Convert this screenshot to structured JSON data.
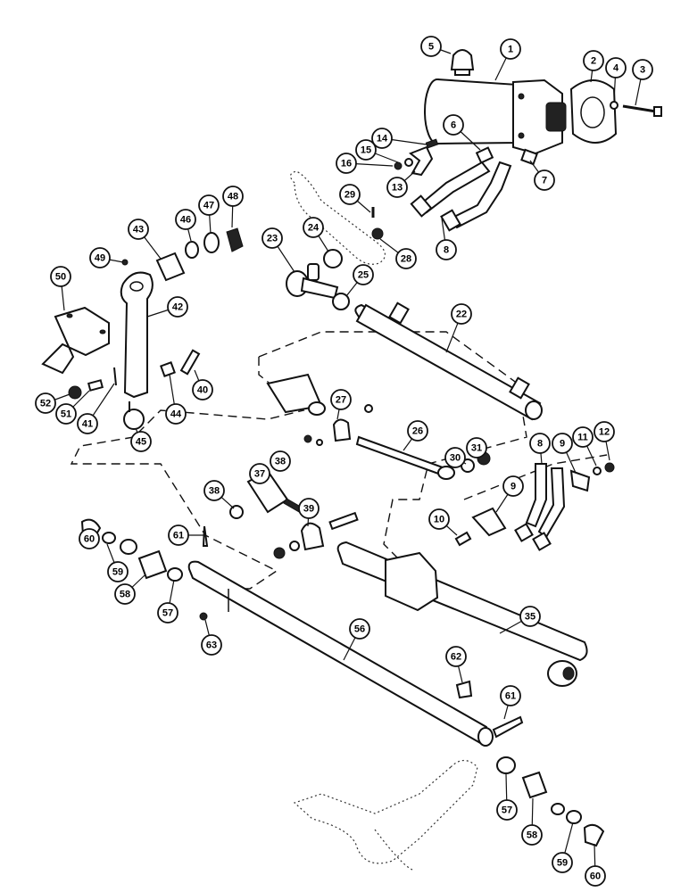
{
  "diagram": {
    "callouts": [
      {
        "id": "c1",
        "label": "1"
      },
      {
        "id": "c2",
        "label": "2"
      },
      {
        "id": "c3",
        "label": "3"
      },
      {
        "id": "c4",
        "label": "4"
      },
      {
        "id": "c5",
        "label": "5"
      },
      {
        "id": "c6",
        "label": "6"
      },
      {
        "id": "c7",
        "label": "7"
      },
      {
        "id": "c8a",
        "label": "8"
      },
      {
        "id": "c8b",
        "label": "8"
      },
      {
        "id": "c9a",
        "label": "9"
      },
      {
        "id": "c9b",
        "label": "9"
      },
      {
        "id": "c10",
        "label": "10"
      },
      {
        "id": "c11",
        "label": "11"
      },
      {
        "id": "c12",
        "label": "12"
      },
      {
        "id": "c13",
        "label": "13"
      },
      {
        "id": "c14",
        "label": "14"
      },
      {
        "id": "c15",
        "label": "15"
      },
      {
        "id": "c16",
        "label": "16"
      },
      {
        "id": "c22",
        "label": "22"
      },
      {
        "id": "c23",
        "label": "23"
      },
      {
        "id": "c24",
        "label": "24"
      },
      {
        "id": "c25",
        "label": "25"
      },
      {
        "id": "c26",
        "label": "26"
      },
      {
        "id": "c27",
        "label": "27"
      },
      {
        "id": "c28",
        "label": "28"
      },
      {
        "id": "c29",
        "label": "29"
      },
      {
        "id": "c30",
        "label": "30"
      },
      {
        "id": "c31",
        "label": "31"
      },
      {
        "id": "c35",
        "label": "35"
      },
      {
        "id": "c37",
        "label": "37"
      },
      {
        "id": "c38a",
        "label": "38"
      },
      {
        "id": "c38b",
        "label": "38"
      },
      {
        "id": "c39",
        "label": "39"
      },
      {
        "id": "c40",
        "label": "40"
      },
      {
        "id": "c41",
        "label": "41"
      },
      {
        "id": "c42",
        "label": "42"
      },
      {
        "id": "c43",
        "label": "43"
      },
      {
        "id": "c44",
        "label": "44"
      },
      {
        "id": "c45",
        "label": "45"
      },
      {
        "id": "c46",
        "label": "46"
      },
      {
        "id": "c47",
        "label": "47"
      },
      {
        "id": "c48",
        "label": "48"
      },
      {
        "id": "c49",
        "label": "49"
      },
      {
        "id": "c50",
        "label": "50"
      },
      {
        "id": "c51",
        "label": "51"
      },
      {
        "id": "c52",
        "label": "52"
      },
      {
        "id": "c56",
        "label": "56"
      },
      {
        "id": "c57a",
        "label": "57"
      },
      {
        "id": "c57b",
        "label": "57"
      },
      {
        "id": "c58a",
        "label": "58"
      },
      {
        "id": "c58b",
        "label": "58"
      },
      {
        "id": "c59a",
        "label": "59"
      },
      {
        "id": "c59b",
        "label": "59"
      },
      {
        "id": "c60a",
        "label": "60"
      },
      {
        "id": "c60b",
        "label": "60"
      },
      {
        "id": "c61a",
        "label": "61"
      },
      {
        "id": "c61b",
        "label": "61"
      },
      {
        "id": "c62",
        "label": "62"
      },
      {
        "id": "c63",
        "label": "63"
      }
    ]
  }
}
